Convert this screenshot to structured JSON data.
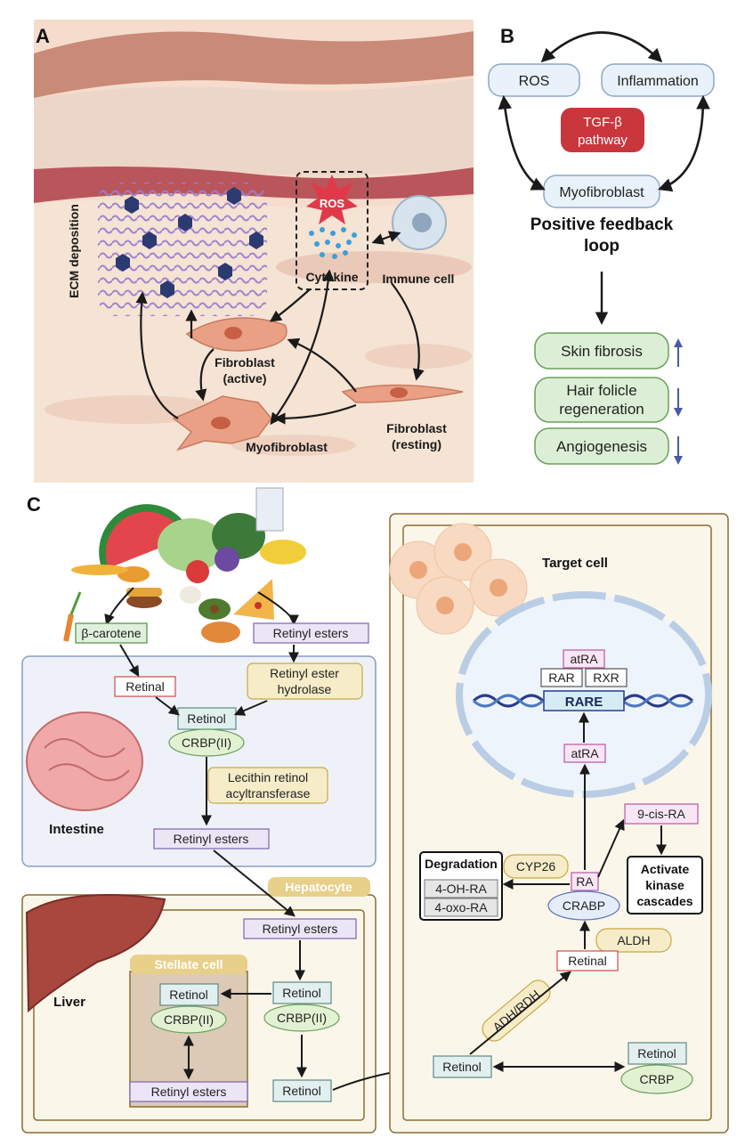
{
  "panels": {
    "a": "A",
    "b": "B",
    "c": "C"
  },
  "panel_a": {
    "ros": "ROS",
    "ecm": "ECM deposition",
    "cytokine": "Cytokine",
    "immune_cell": "Immune cell",
    "fibroblast_active_1": "Fibroblast",
    "fibroblast_active_2": "(active)",
    "fibroblast_resting_1": "Fibroblast",
    "fibroblast_resting_2": "(resting)",
    "myofibroblast": "Myofibroblast"
  },
  "panel_b": {
    "ros": "ROS",
    "inflammation": "Inflammation",
    "tgf_1": "TGF-β",
    "tgf_2": "pathway",
    "myofibroblast": "Myofibroblast",
    "loop_1": "Positive feedback",
    "loop_2": "loop",
    "skin_fibrosis": "Skin fibrosis",
    "hair_1": "Hair folicle",
    "hair_2": "regeneration",
    "angiogenesis": "Angiogenesis"
  },
  "panel_c": {
    "beta_carotene": "β-carotene",
    "retinyl_esters_top": "Retinyl esters",
    "retinal_int": "Retinal",
    "reh_1": "Retinyl ester",
    "reh_2": "hydrolase",
    "retinol_int": "Retinol",
    "crbp2_int": "CRBP(II)",
    "lrat_1": "Lecithin retinol",
    "lrat_2": "acyltransferase",
    "intestine": "Intestine",
    "retinyl_esters_int": "Retinyl esters",
    "hepatocyte": "Hepatocyte",
    "retinyl_esters_hep": "Retinyl esters",
    "stellate": "Stellate cell",
    "retinol_stel": "Retinol",
    "crbp2_stel": "CRBP(II)",
    "retinyl_esters_stel": "Retinyl esters",
    "retinol_hep": "Retinol",
    "crbp2_hep": "CRBP(II)",
    "liver": "Liver",
    "retinol_hep_out": "Retinol",
    "target_cell": "Target cell",
    "atra_top": "atRA",
    "rar": "RAR",
    "rxr": "RXR",
    "rare": "RARE",
    "atra_mid": "atRA",
    "nine_cis": "9-cis-RA",
    "activate_1": "Activate",
    "activate_2": "kinase",
    "activate_3": "cascades",
    "degradation": "Degradation",
    "oh_ra": "4-OH-RA",
    "oxo_ra": "4-oxo-RA",
    "cyp26": "CYP26",
    "ra": "RA",
    "crabp": "CRABP",
    "aldh": "ALDH",
    "retinal_target": "Retinal",
    "adh_rdh": "ADH/RDH",
    "retinol_target": "Retinol",
    "retinol_crbp_retinol": "Retinol",
    "crbp": "CRBP"
  }
}
